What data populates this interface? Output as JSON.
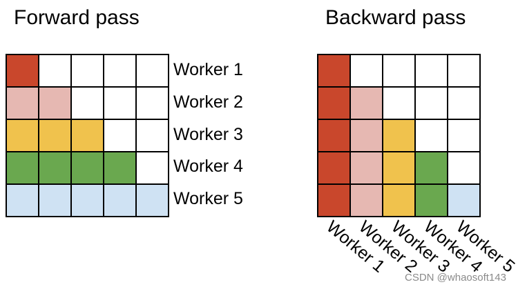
{
  "forward": {
    "title": "Forward pass",
    "row_labels": [
      "Worker 1",
      "Worker 2",
      "Worker 3",
      "Worker 4",
      "Worker 5"
    ]
  },
  "backward": {
    "title": "Backward pass",
    "col_labels": [
      "Worker 1",
      "Worker 2",
      "Worker 3",
      "Worker 4",
      "Worker 5"
    ]
  },
  "worker_colors": [
    "#c9472c",
    "#e6b8b2",
    "#f0c24d",
    "#6aa84f",
    "#cfe2f3"
  ],
  "watermark": "CSDN @whaosoft143"
}
